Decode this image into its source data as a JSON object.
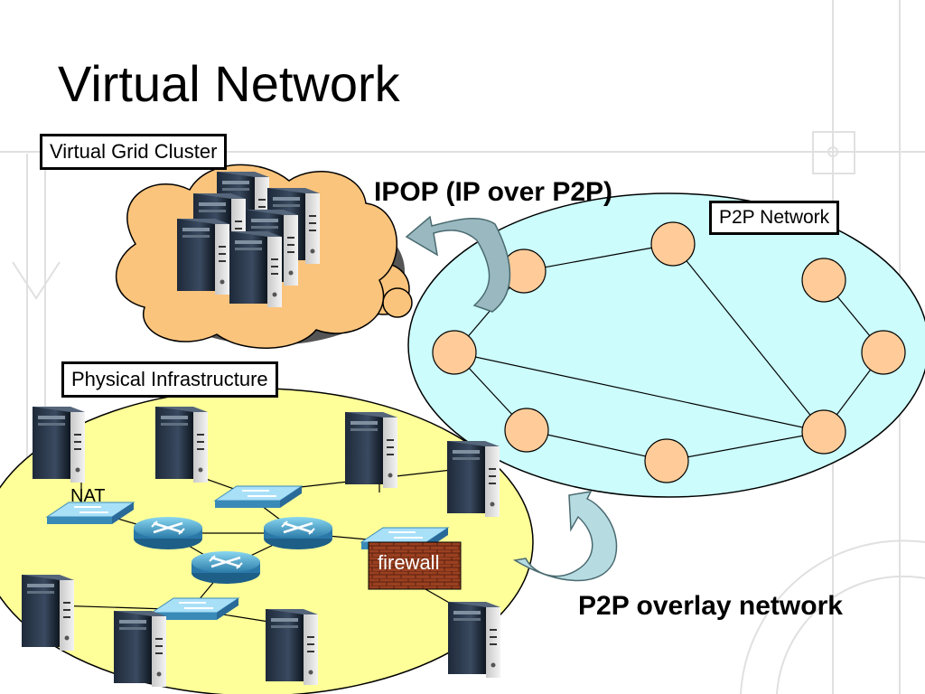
{
  "title": "Virtual Network",
  "labels": {
    "virtual_grid_cluster": "Virtual Grid Cluster",
    "physical_infrastructure": "Physical Infrastructure",
    "p2p_network": "P2P Network",
    "ipop": "IPOP (IP over P2P)",
    "p2p_overlay": "P2P overlay network",
    "nat": "NAT",
    "firewall": "firewall"
  },
  "colors": {
    "cloud": "#fbc47c",
    "p2p_area": "#ccfcfc",
    "physical_area": "#ffff99",
    "node": "#ffcc99",
    "arrow": "#99b8c0",
    "brick": "#8a3a1a"
  },
  "icons": {
    "server": "server-icon",
    "router": "router-icon",
    "switch": "switch-icon",
    "firewall": "firewall-icon",
    "arrow": "curved-arrow-icon"
  }
}
